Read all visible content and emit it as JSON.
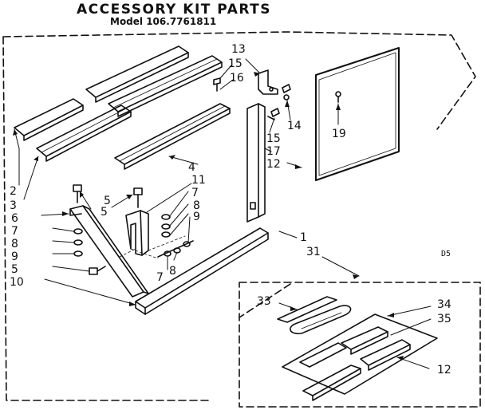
{
  "header": {
    "title": "ACCESSORY KIT PARTS",
    "model": "Model 106.7761811"
  },
  "diagram_code": "D5",
  "callouts": [
    {
      "num": "2"
    },
    {
      "num": "3"
    },
    {
      "num": "4"
    },
    {
      "num": "5"
    },
    {
      "num": "6"
    },
    {
      "num": "7"
    },
    {
      "num": "8"
    },
    {
      "num": "9"
    },
    {
      "num": "5"
    },
    {
      "num": "10"
    },
    {
      "num": "5"
    },
    {
      "num": "11"
    },
    {
      "num": "7"
    },
    {
      "num": "8"
    },
    {
      "num": "9"
    },
    {
      "num": "7"
    },
    {
      "num": "8"
    },
    {
      "num": "13"
    },
    {
      "num": "15"
    },
    {
      "num": "16"
    },
    {
      "num": "14"
    },
    {
      "num": "15"
    },
    {
      "num": "17"
    },
    {
      "num": "12"
    },
    {
      "num": "19"
    },
    {
      "num": "1"
    },
    {
      "num": "31"
    },
    {
      "num": "33"
    },
    {
      "num": "34"
    },
    {
      "num": "35"
    },
    {
      "num": "12"
    }
  ]
}
